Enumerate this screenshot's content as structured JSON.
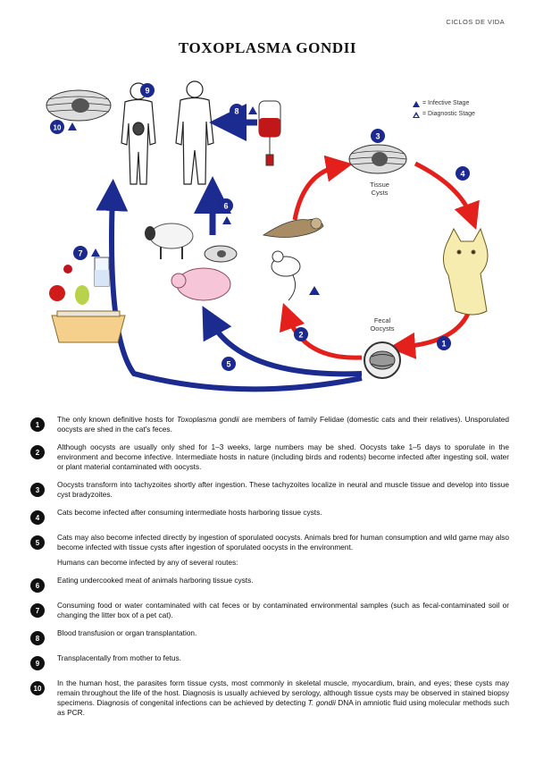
{
  "header": {
    "tag": "CICLOS DE VIDA"
  },
  "title": "TOXOPLASMA GONDII",
  "legend": {
    "infective": "= Infective Stage",
    "diagnostic": "= Diagnostic Stage"
  },
  "diagram_labels": {
    "tissue_cysts_line1": "Tissue",
    "tissue_cysts_line2": "Cysts",
    "fecal_oocysts_line1": "Fecal",
    "fecal_oocysts_line2": "Oocysts"
  },
  "badges": [
    "1",
    "2",
    "3",
    "4",
    "5",
    "6",
    "7",
    "8",
    "9",
    "10"
  ],
  "colors": {
    "red_arrow": "#e3201b",
    "blue_arrow": "#1b2b8f",
    "badge": "#1c2a8f"
  },
  "steps": [
    {
      "num": "1",
      "text_a": "The only known definitive hosts for ",
      "italic": "Toxoplasma gondii",
      "text_b": " are members of family Felidae (domestic cats and their relatives). Unsporulated oocysts are shed in the cat's feces."
    },
    {
      "num": "2",
      "text": "Although oocysts are usually only shed for 1–3 weeks, large numbers may be shed. Oocysts take 1–5 days to sporulate in the environment and become infective. Intermediate hosts in nature (including birds and rodents) become infected after ingesting soil, water or plant material contaminated with oocysts."
    },
    {
      "num": "3",
      "text": "Oocysts transform into tachyzoites shortly after ingestion. These tachyzoites localize in neural and muscle tissue and develop into tissue cyst bradyzoites."
    },
    {
      "num": "4",
      "text": "Cats become infected after consuming intermediate hosts harboring tissue cysts."
    },
    {
      "num": "5",
      "text": "Cats may also become infected directly by ingestion of sporulated oocysts. Animals bred for human consumption and wild game may also become infected with tissue cysts after ingestion of sporulated oocysts in the environment.",
      "text2": "Humans can become infected by any of several routes:"
    },
    {
      "num": "6",
      "text": "Eating undercooked meat of animals harboring tissue cysts."
    },
    {
      "num": "7",
      "text": "Consuming food or water contaminated with cat feces or by contaminated environmental samples (such as fecal-contaminated soil or changing the litter box of a pet cat)."
    },
    {
      "num": "8",
      "text": "Blood transfusion or organ transplantation."
    },
    {
      "num": "9",
      "text": "Transplacentally from mother to fetus."
    },
    {
      "num": "10",
      "text_a": "In the human host, the parasites form tissue cysts, most commonly in skeletal muscle, myocardium, brain, and eyes; these cysts may remain throughout the life of the host. Diagnosis is usually achieved by serology, although tissue cysts may be observed in stained biopsy specimens. Diagnosis of congenital infections can be achieved by detecting ",
      "italic": "T. gondii",
      "text_b": " DNA in amniotic fluid using molecular methods such as PCR."
    }
  ]
}
